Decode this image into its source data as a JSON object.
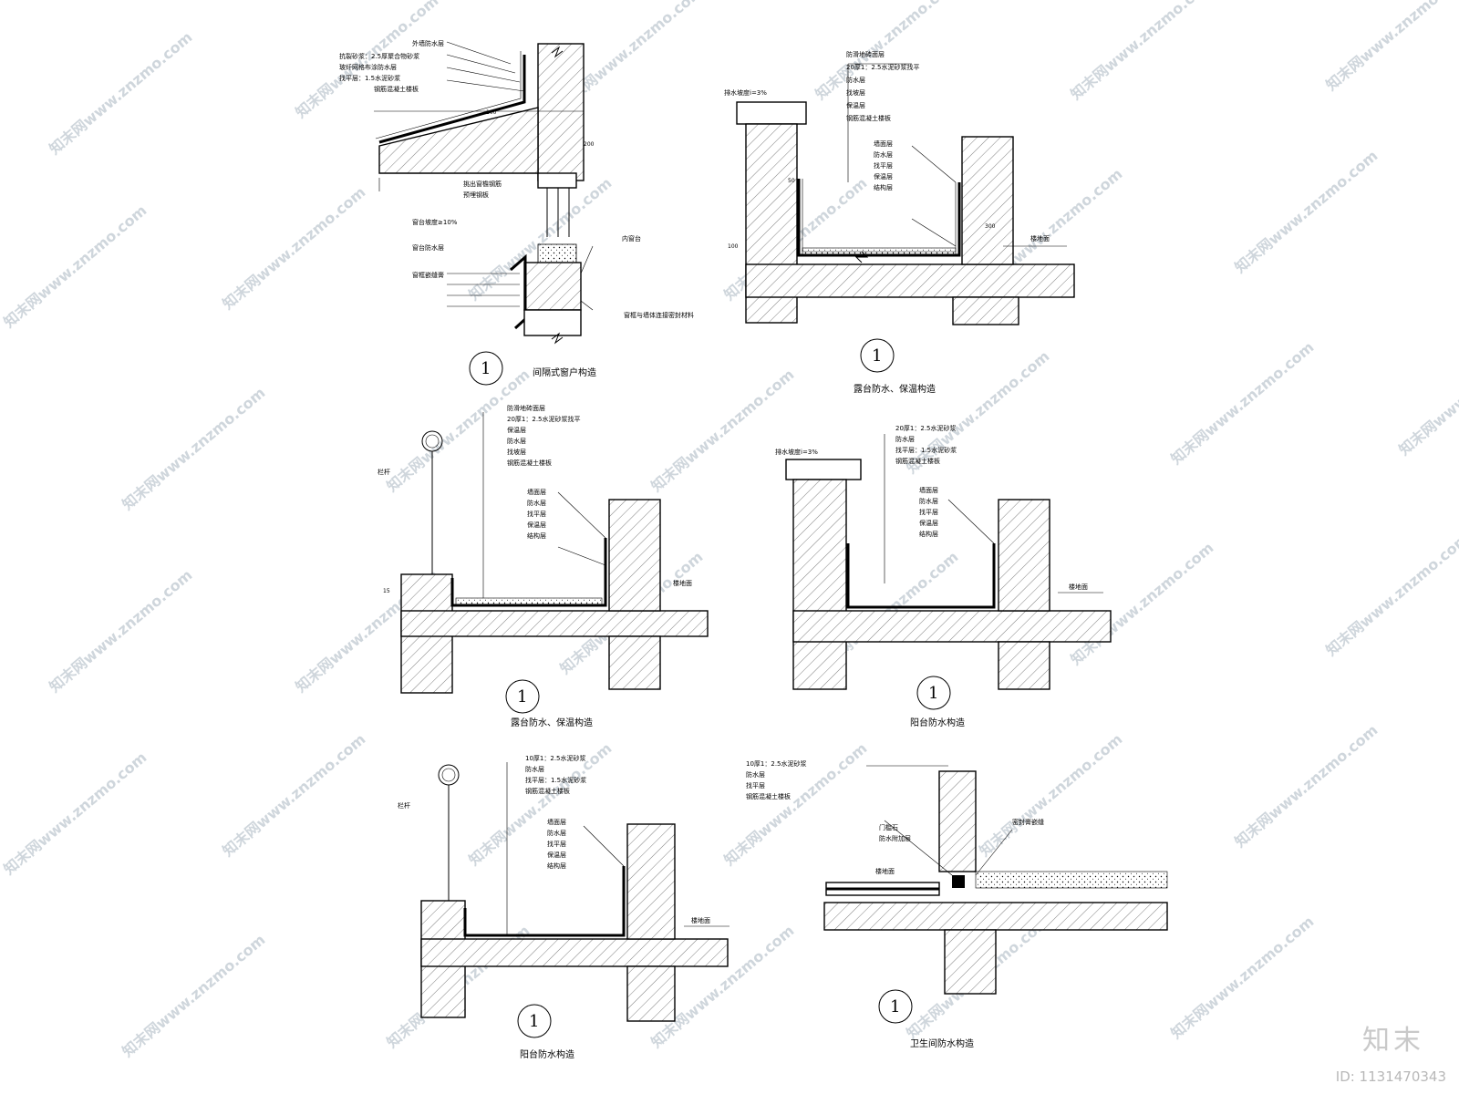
{
  "sheet": {
    "brand_logo": "知末",
    "brand_id": "ID: 1131470343",
    "watermark_text": "知末网www.znzmo.com"
  },
  "details": [
    {
      "marker": "1",
      "title": "间隔式窗户构造",
      "callouts": [
        "外墙防水层",
        "抗裂砂浆：2.5厚聚合物砂浆",
        "玻纤网格布涂防水层",
        "找平层：1.5水泥砂浆",
        "钢筋混凝土楼板",
        "挑出窗檐钢筋",
        "预埋钢板",
        "窗台坡度≥10%",
        "窗台防水层",
        "内窗台",
        "窗框嵌缝膏",
        "窗框与墙体连接密封材料"
      ]
    },
    {
      "marker": "1",
      "title": "露台防水、保温构造",
      "callouts": [
        "排水坡度i=3%",
        "防滑地砖面层",
        "20厚1：2.5水泥砂浆找平",
        "防水层",
        "找坡层",
        "保温层",
        "钢筋混凝土楼板",
        "墙面层",
        "防水层",
        "找平层",
        "保温层",
        "结构层",
        "楼地面"
      ]
    },
    {
      "marker": "1",
      "title": "露台防水、保温构造",
      "callouts": [
        "防滑地砖面层",
        "20厚1：2.5水泥砂浆找平",
        "保温层",
        "防水层",
        "找坡层",
        "钢筋混凝土楼板",
        "栏杆",
        "墙面层",
        "防水层",
        "找平层",
        "保温层",
        "结构层",
        "楼地面"
      ]
    },
    {
      "marker": "1",
      "title": "阳台防水构造",
      "callouts": [
        "排水坡度i=3%",
        "20厚1：2.5水泥砂浆",
        "防水层",
        "找平层：1.5水泥砂浆",
        "钢筋混凝土楼板",
        "墙面层",
        "防水层",
        "找平层",
        "保温层",
        "结构层",
        "楼地面"
      ]
    },
    {
      "marker": "1",
      "title": "阳台防水构造",
      "callouts": [
        "10厚1：2.5水泥砂浆",
        "防水层",
        "找平层：1.5水泥砂浆",
        "钢筋混凝土楼板",
        "墙面层",
        "防水层",
        "找平层",
        "保温层",
        "结构层",
        "栏杆",
        "楼地面"
      ]
    },
    {
      "marker": "1",
      "title": "卫生间防水构造",
      "callouts": [
        "10厚1：2.5水泥砂浆",
        "防水层",
        "找平层",
        "钢筋混凝土楼板",
        "门槛石",
        "防水附加层",
        "密封膏嵌缝",
        "楼地面"
      ]
    }
  ],
  "dims": [
    "100",
    "200",
    "300",
    "50",
    "15"
  ]
}
